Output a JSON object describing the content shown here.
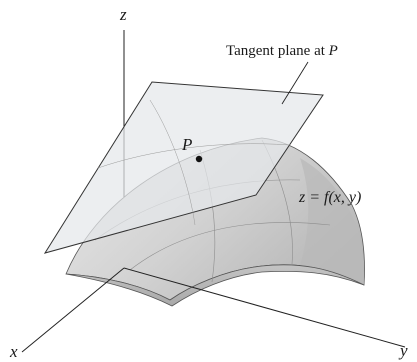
{
  "axes": {
    "z_label": "z",
    "x_label": "x",
    "y_label": "y"
  },
  "annotations": {
    "tangent_plane_text": "Tangent plane at ",
    "tangent_plane_point": "P",
    "point_label": "P",
    "surface_label": "z = f(x, y)"
  },
  "colors": {
    "line": "#222222",
    "surface_fill": "#d9d9d9",
    "surface_shade": "#bdbdbd",
    "plane_fill": "#e6e8ea",
    "point": "#111111"
  }
}
